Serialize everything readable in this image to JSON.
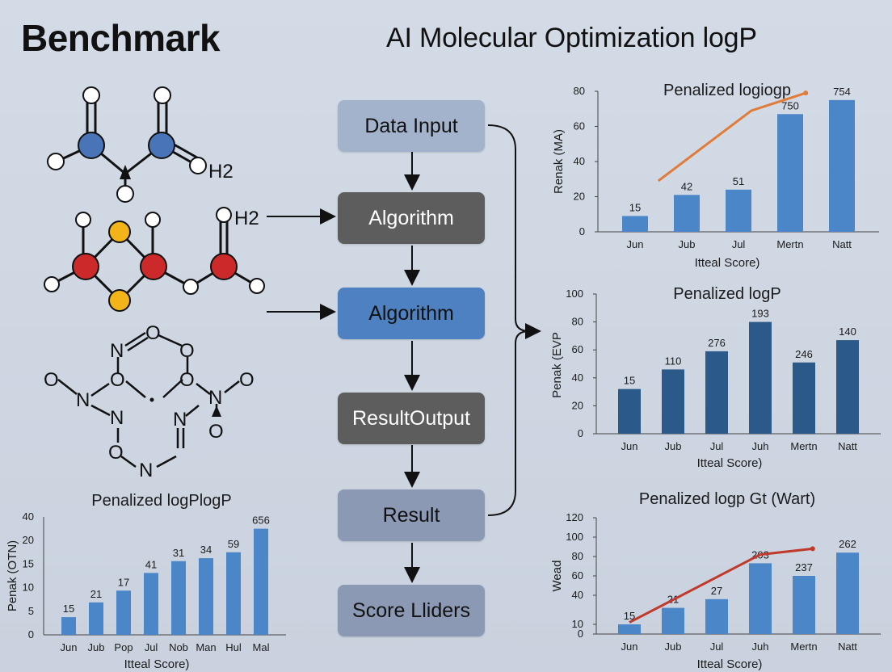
{
  "header": {
    "left_title": "Benchmark",
    "right_title": "AI Molecular Optimization logP"
  },
  "flow": {
    "steps": [
      {
        "label": "Data Input",
        "style": "light"
      },
      {
        "label": "Algorithm",
        "style": "dark"
      },
      {
        "label": "Algorithm",
        "style": "blue"
      },
      {
        "label": "ResultOutput",
        "style": "dark"
      },
      {
        "label": "Result",
        "style": "slate"
      },
      {
        "label": "Score Lliders",
        "style": "slate"
      }
    ]
  },
  "molecules": {
    "m1_label": "H2",
    "m2_label": "H2",
    "m3_labels": [
      "O",
      "N",
      "O",
      "O",
      "N",
      "O",
      "O",
      "N",
      "N",
      "O",
      "O",
      "N",
      "O"
    ]
  },
  "colors": {
    "bar_light": "#4a86c8",
    "bar_dark": "#2b5a8a",
    "line_orange": "#e07b39",
    "line_red": "#c0392b",
    "atom_blue": "#4a74b8",
    "atom_red": "#cc2a2a",
    "atom_yellow": "#f2b418"
  },
  "chart_data": [
    {
      "id": "top-right",
      "type": "bar",
      "title": "Penalized logiogp",
      "xlabel": "Itteal Score)",
      "ylabel": "Renak (MA)",
      "categories": [
        "Jun",
        "Jub",
        "Jul",
        "Mertn",
        "Natt"
      ],
      "values": [
        9,
        21,
        24,
        67,
        75
      ],
      "labels": [
        "15",
        "42",
        "51",
        "750",
        "754"
      ],
      "ylim": [
        0,
        80
      ],
      "yticks": [
        0,
        20,
        40,
        60,
        80
      ],
      "line": {
        "x": [
          0.45,
          2.25,
          3.3
        ],
        "y": [
          29,
          69,
          79
        ]
      },
      "bar_color": "light",
      "line_color": "orange"
    },
    {
      "id": "middle-right",
      "type": "bar",
      "title": "Penalized logP",
      "xlabel": "Itteal Score)",
      "ylabel": "Penak (EVP",
      "categories": [
        "Jun",
        "Jub",
        "Jul",
        "Juh",
        "Mertn",
        "Natt"
      ],
      "values": [
        32,
        46,
        59,
        80,
        51,
        67
      ],
      "labels": [
        "15",
        "110",
        "276",
        "193",
        "246",
        "140"
      ],
      "ylim": [
        0,
        100
      ],
      "yticks": [
        0,
        20,
        40,
        60,
        80,
        100
      ],
      "bar_color": "dark"
    },
    {
      "id": "bottom-right",
      "type": "bar",
      "title": "Penalized logp Gt (Wart)",
      "xlabel": "Itteal Score)",
      "ylabel": "Wead",
      "categories": [
        "Jun",
        "Jub",
        "Jul",
        "Juh",
        "Mertn",
        "Natt"
      ],
      "values": [
        10,
        27,
        36,
        73,
        60,
        84
      ],
      "labels": [
        "15",
        "21",
        "27",
        "203",
        "237",
        "262"
      ],
      "ylim": [
        0,
        120
      ],
      "yticks": [
        0,
        10,
        40,
        60,
        80,
        100,
        120
      ],
      "line": {
        "x": [
          0.0,
          3.0,
          4.2
        ],
        "y": [
          12,
          82,
          88
        ]
      },
      "bar_color": "light",
      "line_color": "red"
    },
    {
      "id": "bottom-left",
      "type": "bar",
      "title": "Penalized logPlogP",
      "xlabel": "Itteal Score)",
      "ylabel": "Penak (OTN)",
      "categories": [
        "Jun",
        "Jub",
        "Pop",
        "Jul",
        "Nob",
        "Man",
        "Hul",
        "Mal"
      ],
      "values": [
        3,
        5.5,
        7.5,
        10.5,
        12.5,
        13,
        14,
        18
      ],
      "labels": [
        "15",
        "21",
        "17",
        "41",
        "31",
        "34",
        "59",
        "656"
      ],
      "ylim": [
        0,
        20
      ],
      "ytick_labels": [
        "0",
        "5",
        "10",
        "15",
        "20",
        "40"
      ],
      "bar_color": "light"
    }
  ]
}
